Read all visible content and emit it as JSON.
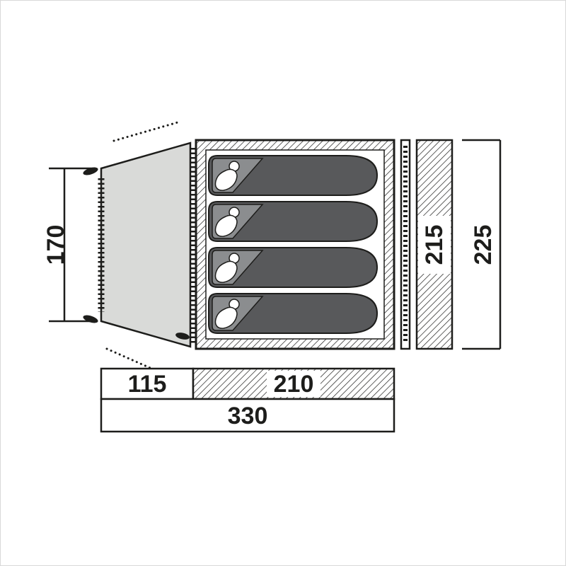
{
  "diagram": {
    "type": "tent-floorplan",
    "labels": {
      "porch_height": "170",
      "porch_width": "115",
      "bedroom_width": "210",
      "total_width": "330",
      "inner_depth": "215",
      "total_depth": "225"
    },
    "sleeping_area": {
      "bag_count": 4
    },
    "colors": {
      "outline": "#1d1d1b",
      "porch_fill": "#d9dad8",
      "sleeping_bag_fill": "#58595b",
      "sleeping_bag_hood_fill": "#8b8d8f",
      "figure_fill": "#ffffff",
      "background": "#ffffff"
    }
  }
}
